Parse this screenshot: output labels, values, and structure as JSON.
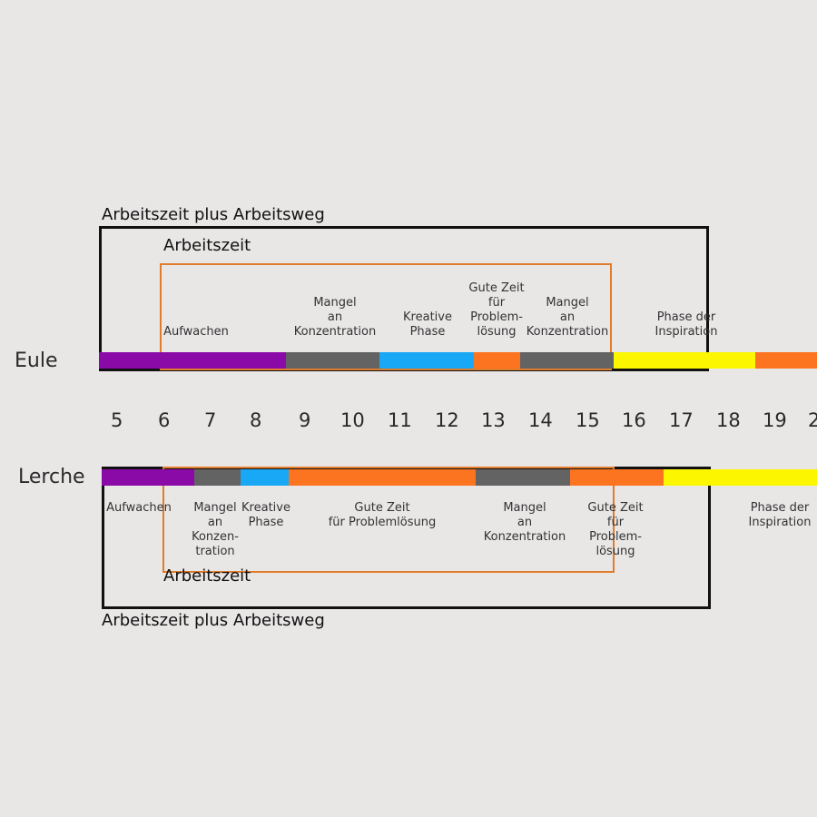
{
  "colors": {
    "purple": "#8a0aa8",
    "gray": "#636363",
    "blue": "#19a8f5",
    "orange": "#fc7420",
    "yellow": "#fcf700",
    "box_outer": "#111111",
    "box_inner": "#e07d2c",
    "background": "#e9e6e6"
  },
  "hours": [
    "5",
    "6",
    "7",
    "8",
    "9",
    "10",
    "11",
    "12",
    "13",
    "14",
    "15",
    "16",
    "17",
    "18",
    "19",
    "2"
  ],
  "eule": {
    "label": "Eule",
    "outer_box_label": "Arbeitszeit plus Arbeitsweg",
    "inner_box_label": "Arbeitszeit",
    "segments": [
      "purple",
      "purple",
      "gray",
      "blue",
      "orange",
      "gray",
      "yellow",
      "yellow",
      "orange"
    ],
    "phases": [
      {
        "lines": [
          "Aufwachen"
        ]
      },
      {
        "lines": [
          "Mangel",
          "an",
          "Konzentration"
        ]
      },
      {
        "lines": [
          "Kreative",
          "Phase"
        ]
      },
      {
        "lines": [
          "Gute Zeit",
          "für",
          "Problem-",
          "lösung"
        ]
      },
      {
        "lines": [
          "Mangel",
          "an",
          "Konzentration"
        ]
      },
      {
        "lines": [
          "Phase der",
          "Inspiration"
        ]
      }
    ]
  },
  "lerche": {
    "label": "Lerche",
    "outer_box_label": "Arbeitszeit plus Arbeitsweg",
    "inner_box_label": "Arbeitszeit",
    "segments": [
      "purple",
      "gray",
      "blue",
      "orange",
      "gray",
      "orange",
      "yellow"
    ],
    "phases": [
      {
        "lines": [
          "Aufwachen"
        ]
      },
      {
        "lines": [
          "Mangel",
          "an",
          "Konzen-",
          "tration"
        ]
      },
      {
        "lines": [
          "Kreative",
          "Phase"
        ]
      },
      {
        "lines": [
          "Gute Zeit",
          "für  Problemlösung"
        ]
      },
      {
        "lines": [
          "Mangel",
          "an",
          "Konzentration"
        ]
      },
      {
        "lines": [
          "Gute Zeit",
          "für",
          "Problem-",
          "lösung"
        ]
      },
      {
        "lines": [
          "Phase der",
          "Inspiration"
        ]
      }
    ]
  }
}
